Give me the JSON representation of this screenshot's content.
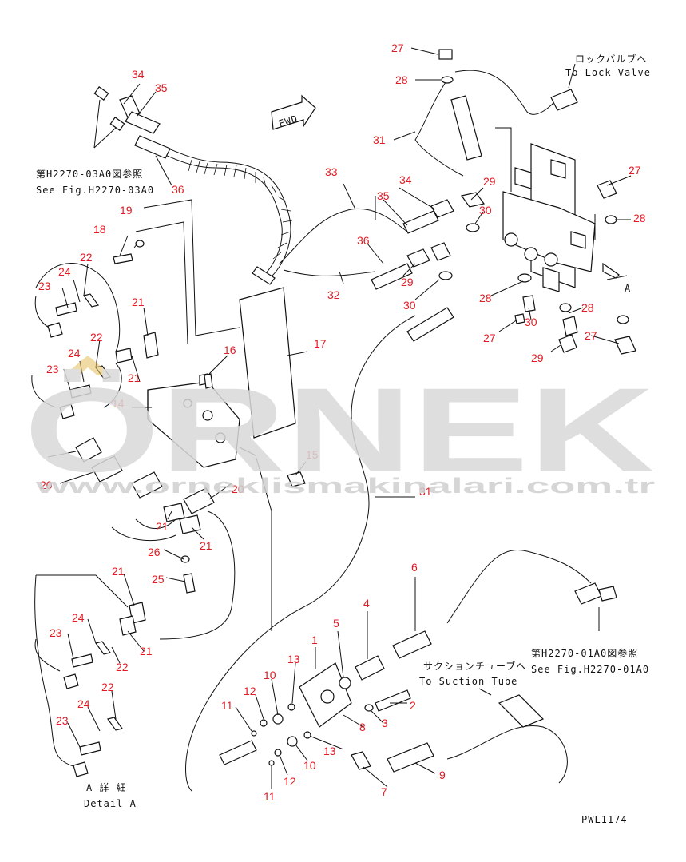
{
  "watermark": {
    "brand": "ÖRNEK",
    "site": "www.orneklismakinalari.com.tr"
  },
  "fwd_label": "FWD",
  "notes": {
    "lock_jp": "ロックバルブへ",
    "lock_en": "To Lock Valve",
    "fig03_jp": "第H2270-03A0図参照",
    "fig03_en": "See Fig.H2270-03A0",
    "fig01_jp": "第H2270-01A0図参照",
    "fig01_en": "See Fig.H2270-01A0",
    "suction_jp": "サクションチューブへ",
    "suction_en": "To Suction Tube",
    "detail_jp": "A 詳 細",
    "detail_en": "Detail A",
    "view_a": "A",
    "drawing_code": "PWL1174"
  },
  "part_labels": [
    "27",
    "28",
    "31",
    "34",
    "35",
    "36",
    "33",
    "34",
    "35",
    "36",
    "29",
    "30",
    "27",
    "28",
    "19",
    "18",
    "22",
    "23",
    "24",
    "21",
    "22",
    "24",
    "23",
    "21",
    "16",
    "17",
    "14",
    "32",
    "29",
    "30",
    "28",
    "30",
    "27",
    "28",
    "29",
    "27",
    "20",
    "15",
    "20",
    "21",
    "21",
    "26",
    "25",
    "31",
    "21",
    "24",
    "23",
    "22",
    "21",
    "6",
    "4",
    "5",
    "1",
    "13",
    "10",
    "12",
    "2",
    "11",
    "3",
    "8",
    "13",
    "22",
    "24",
    "23",
    "10",
    "12",
    "9",
    "11",
    "7"
  ]
}
